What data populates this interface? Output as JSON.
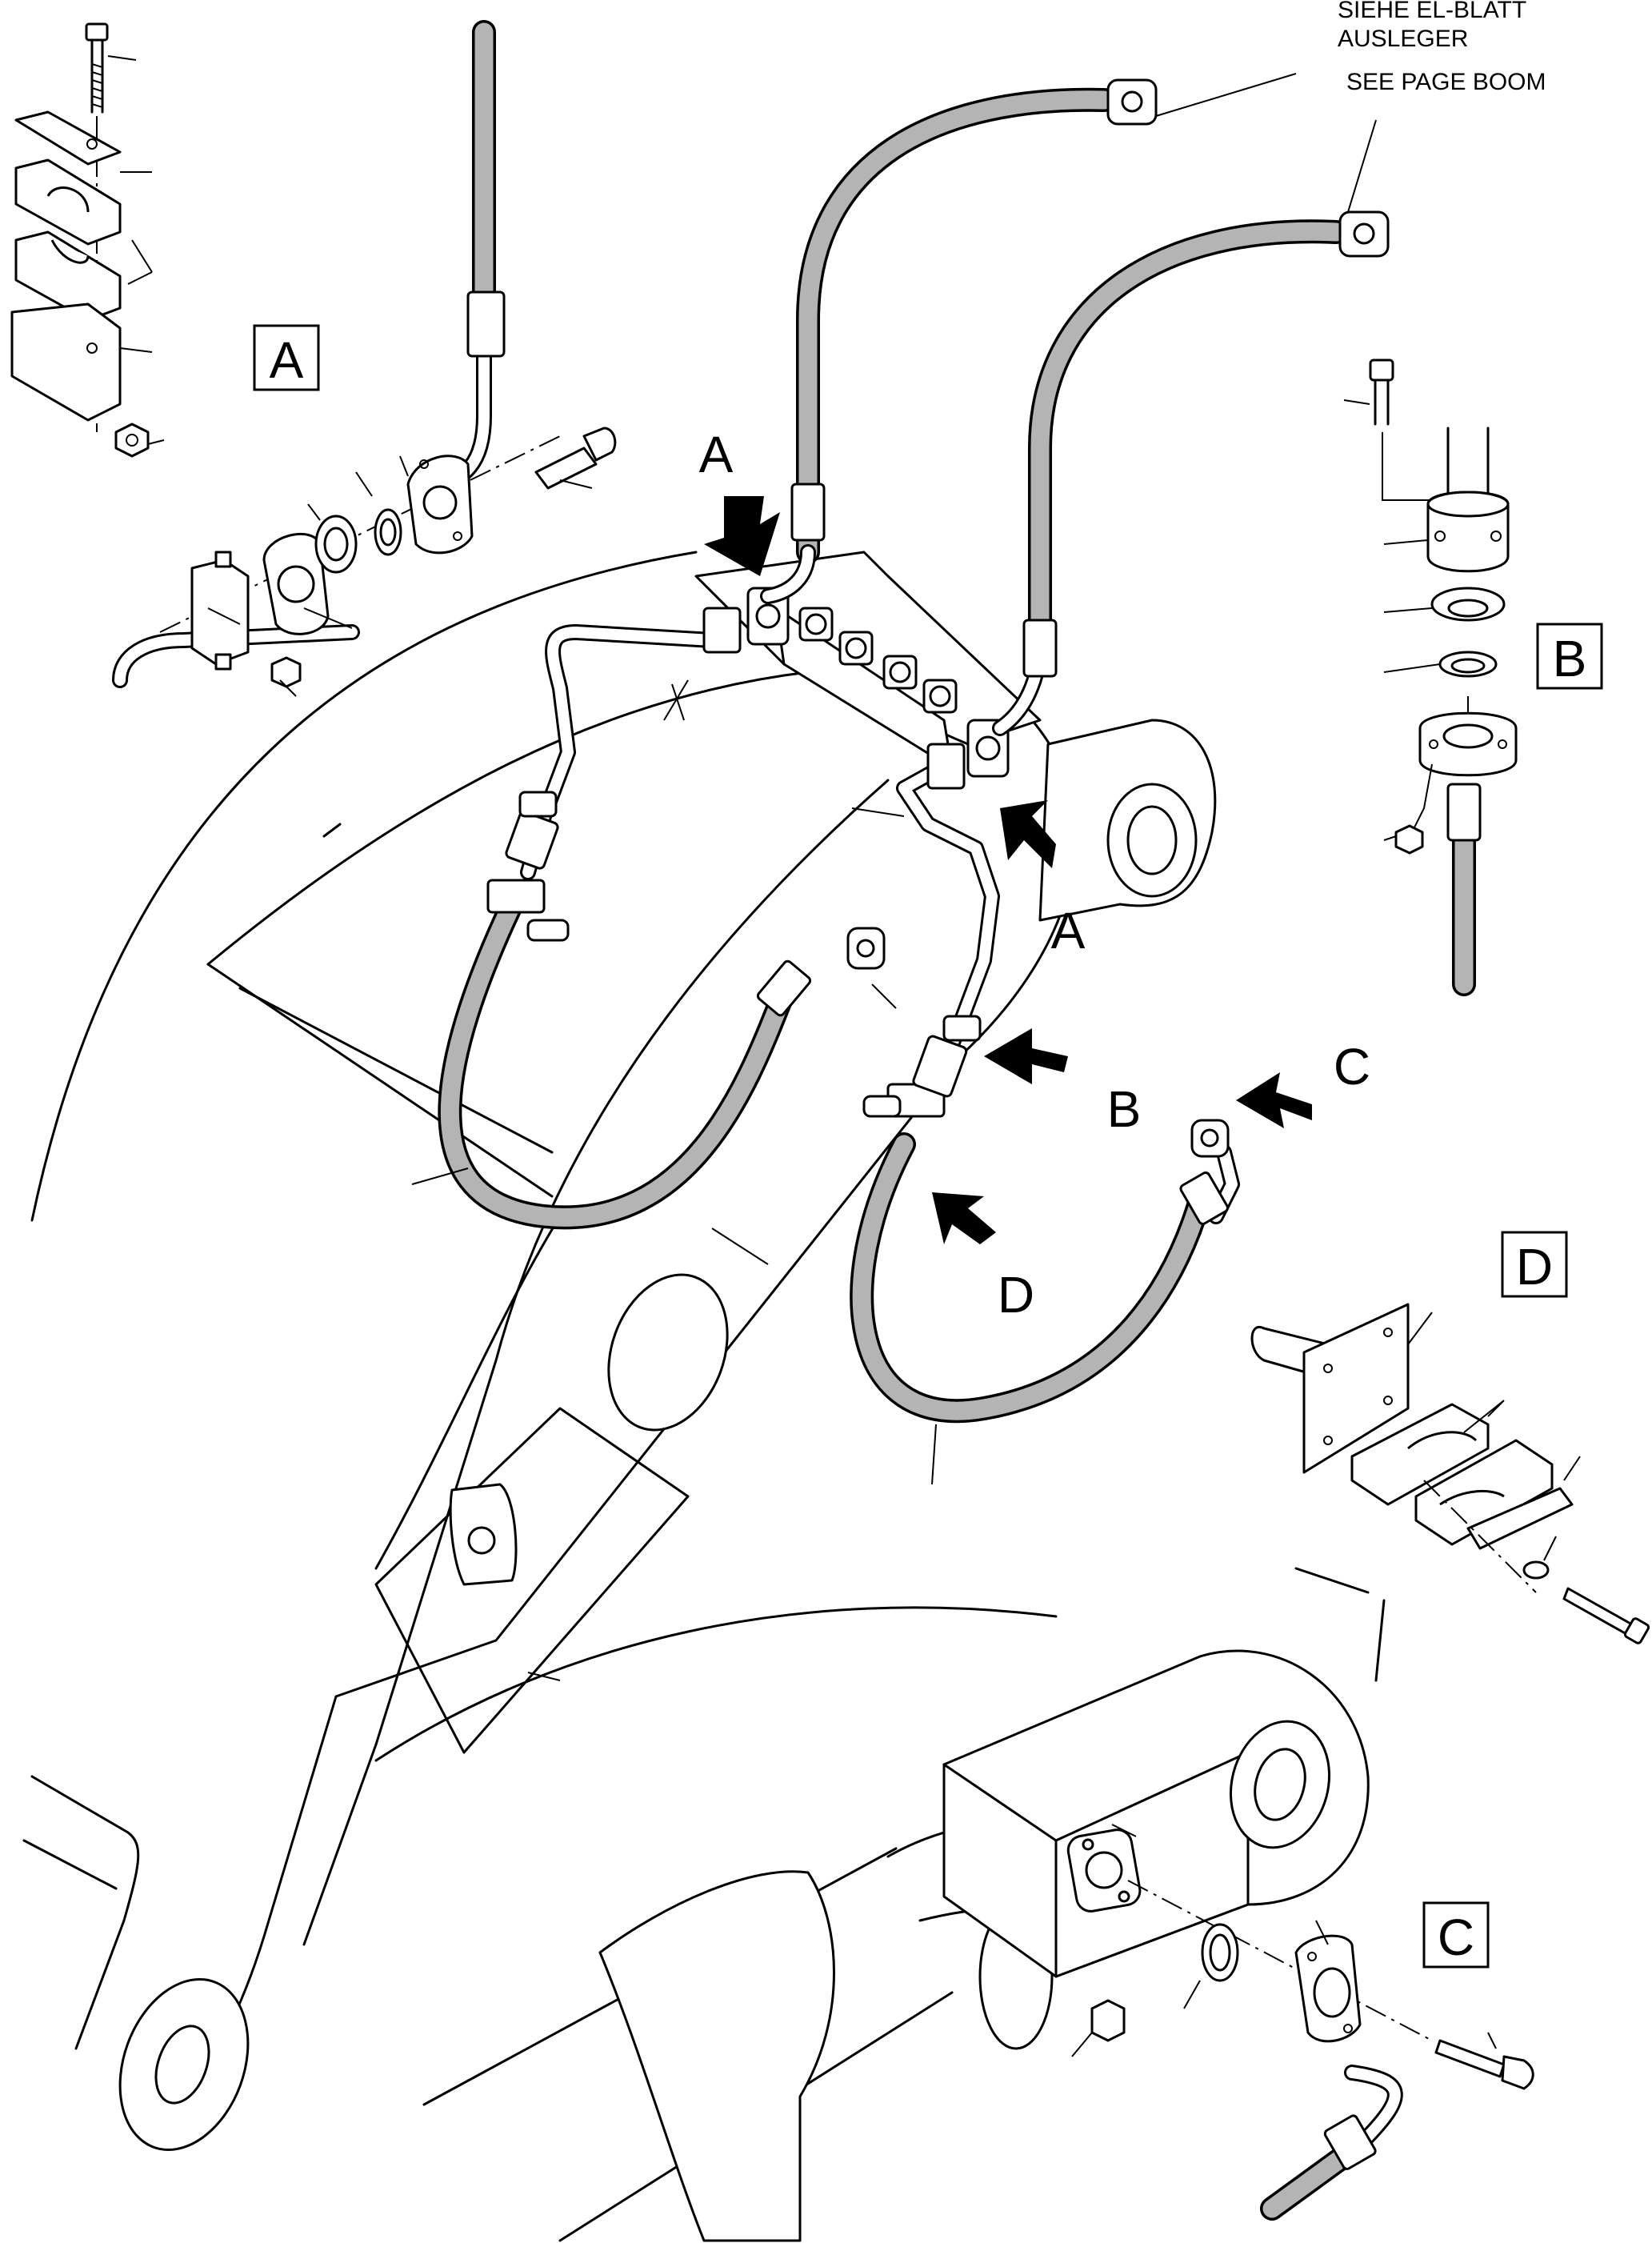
{
  "notes": {
    "de_line1": "SIEHE EL-BLATT",
    "de_line2": "AUSLEGER",
    "en": "SEE PAGE BOOM"
  },
  "detail_labels": {
    "A": "A",
    "B": "B",
    "C": "C",
    "D": "D"
  },
  "arrow_labels": {
    "A_top": "A",
    "A_right": "A",
    "B": "B",
    "C": "C",
    "D": "D"
  }
}
